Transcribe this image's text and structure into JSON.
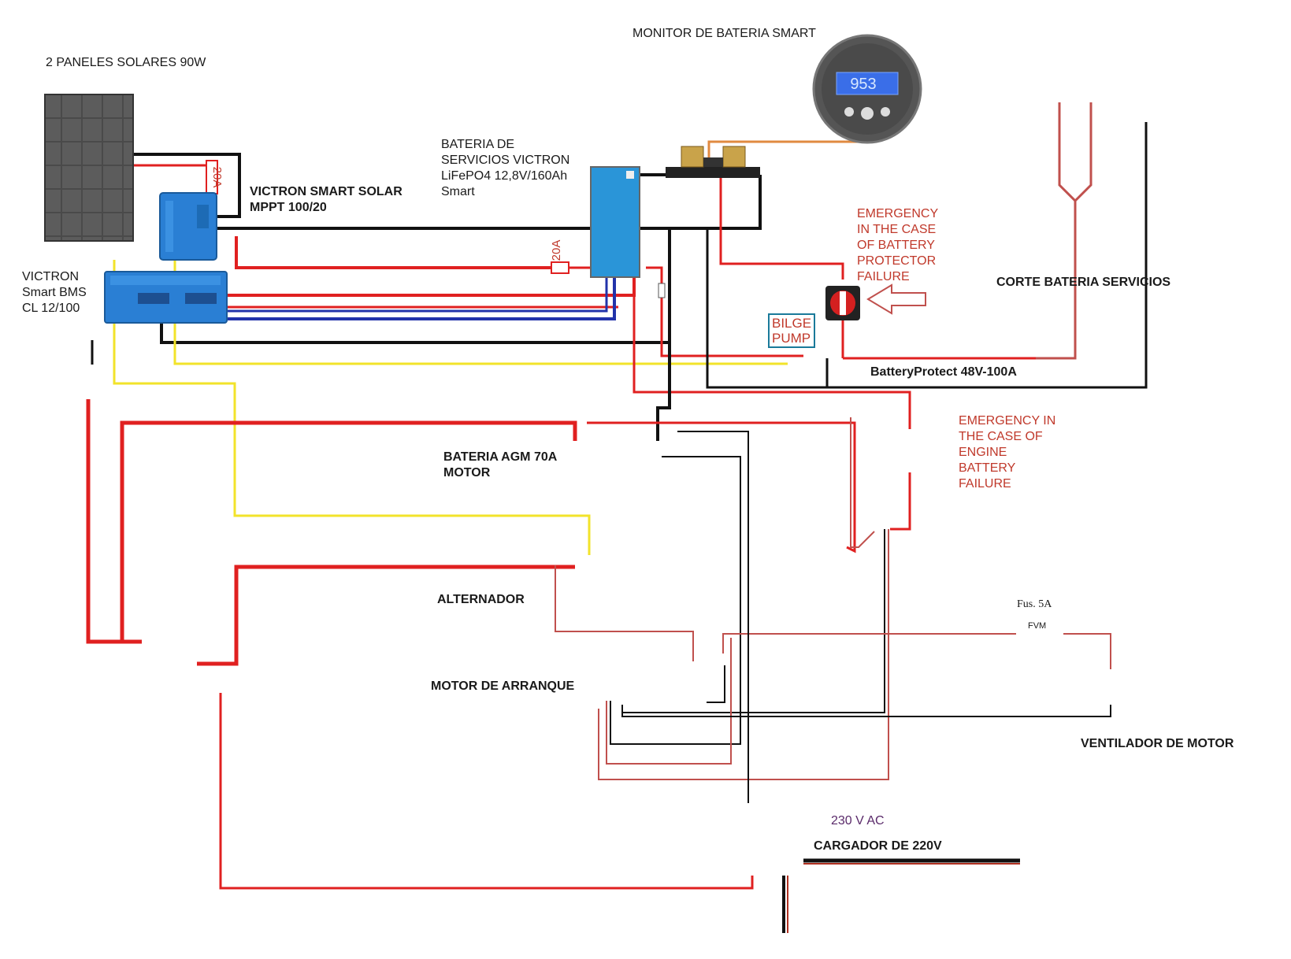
{
  "labels": {
    "solar_panels": "2 PANELES SOLARES 90W",
    "mppt": "VICTRON SMART SOLAR\nMPPT 100/20",
    "bms": "VICTRON\nSmart BMS\nCL 12/100",
    "monitor": "MONITOR DE BATERIA SMART",
    "service_battery": "BATERIA DE\nSERVICIOS VICTRON\nLiFePO4 12,8V/160Ah\nSmart",
    "emergency_bp": "EMERGENCY\nIN THE CASE\nOF BATTERY\nPROTECTOR\nFAILURE",
    "corte": "CORTE BATERIA SERVICIOS",
    "bilge": "BILGE\nPUMP",
    "battery_protect": "BatteryProtect 48V-100A",
    "emergency_engine": "EMERGENCY IN\nTHE CASE OF\nENGINE\nBATTERY\nFAILURE",
    "agm": "BATERIA AGM 70A\nMOTOR",
    "alternador": "ALTERNADOR",
    "motor_arranque": "MOTOR DE ARRANQUE",
    "ventilador": "VENTILADOR DE MOTOR",
    "fuse_5a": "Fus.  5A",
    "fvm": "FVM",
    "vac": "230  V AC",
    "cargador": "CARGADOR DE 220V",
    "fuse_20a_top": "20A",
    "fuse_20a_mid": "20A",
    "monitor_display": "953"
  },
  "colors": {
    "wire_red": "#e02020",
    "wire_black": "#111111",
    "wire_yellow": "#f2e32a",
    "wire_blue": "#2233aa",
    "wire_brown": "#c0504d",
    "component_teal": "#1a7a8a",
    "victron_blue": "#2a7fd4",
    "switch_red": "#d42020"
  },
  "icons": [
    "solar-panel-icon",
    "mppt-controller-icon",
    "bms-icon",
    "battery-monitor-icon",
    "shunt-icon",
    "lifepo4-battery-icon",
    "battery-switch-icon",
    "arrow-left-icon",
    "key-switch-icon",
    "switch-panel-icon",
    "battery-protect-icon",
    "agm-battery-icon",
    "alternator-icon",
    "starter-motor-icon",
    "relay-icon",
    "fuse-icon",
    "fan-icon",
    "charger-icon",
    "ac-socket-icon",
    "distribution-block-icon"
  ]
}
